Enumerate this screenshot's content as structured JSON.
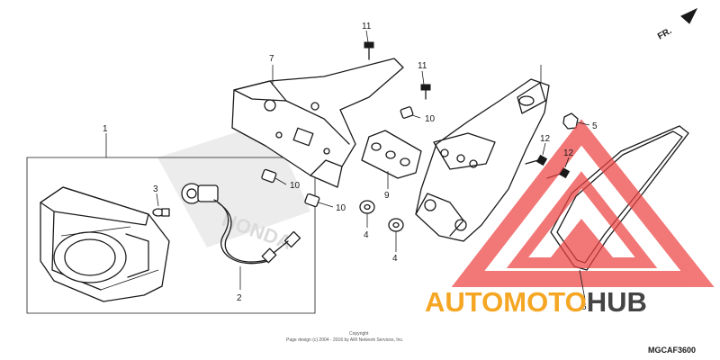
{
  "diagram": {
    "direction_label": "FR.",
    "catalog_code": "MGCAF3600",
    "watermark_text": "HONDA",
    "copyright_line1": "Copyright",
    "copyright_line2": "Page design (c) 2004 - 2016 by ARI Network Services, Inc.",
    "callouts": [
      "1",
      "2",
      "3",
      "4",
      "4",
      "5",
      "6",
      "7",
      "9",
      "10",
      "10",
      "10",
      "11",
      "11",
      "12",
      "12"
    ]
  },
  "brand": {
    "part1": "AUTOMOTO",
    "part2": "HUB",
    "color_primary": "#f5a623",
    "color_secondary": "#444444",
    "logo_color": "#ee4444"
  }
}
